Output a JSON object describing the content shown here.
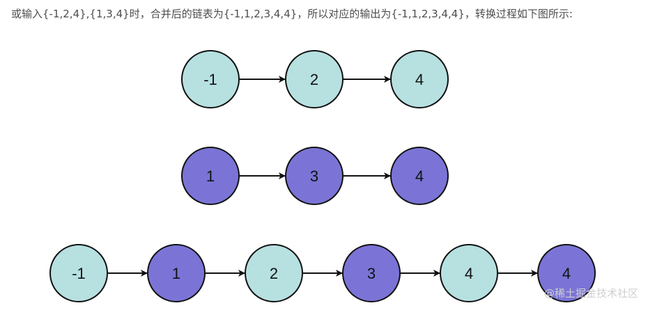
{
  "caption": "或输入{-1,2,4},{1,3,4}时，合并后的链表为{-1,1,2,3,4,4}，所以对应的输出为{-1,1,2,3,4,4}，转换过程如下图所示:",
  "colors": {
    "list_a_fill": "#b7e0e1",
    "list_b_fill": "#7b74d6",
    "stroke": "#111111"
  },
  "lists": [
    {
      "name": "list-a",
      "nodes": [
        {
          "label": "-1",
          "group": "a"
        },
        {
          "label": "2",
          "group": "a"
        },
        {
          "label": "4",
          "group": "a"
        }
      ]
    },
    {
      "name": "list-b",
      "nodes": [
        {
          "label": "1",
          "group": "b"
        },
        {
          "label": "3",
          "group": "b"
        },
        {
          "label": "4",
          "group": "b"
        }
      ]
    },
    {
      "name": "merged",
      "nodes": [
        {
          "label": "-1",
          "group": "a"
        },
        {
          "label": "1",
          "group": "b"
        },
        {
          "label": "2",
          "group": "a"
        },
        {
          "label": "3",
          "group": "b"
        },
        {
          "label": "4",
          "group": "a"
        },
        {
          "label": "4",
          "group": "b"
        }
      ]
    }
  ],
  "watermark": "@稀土掘金技术社区"
}
